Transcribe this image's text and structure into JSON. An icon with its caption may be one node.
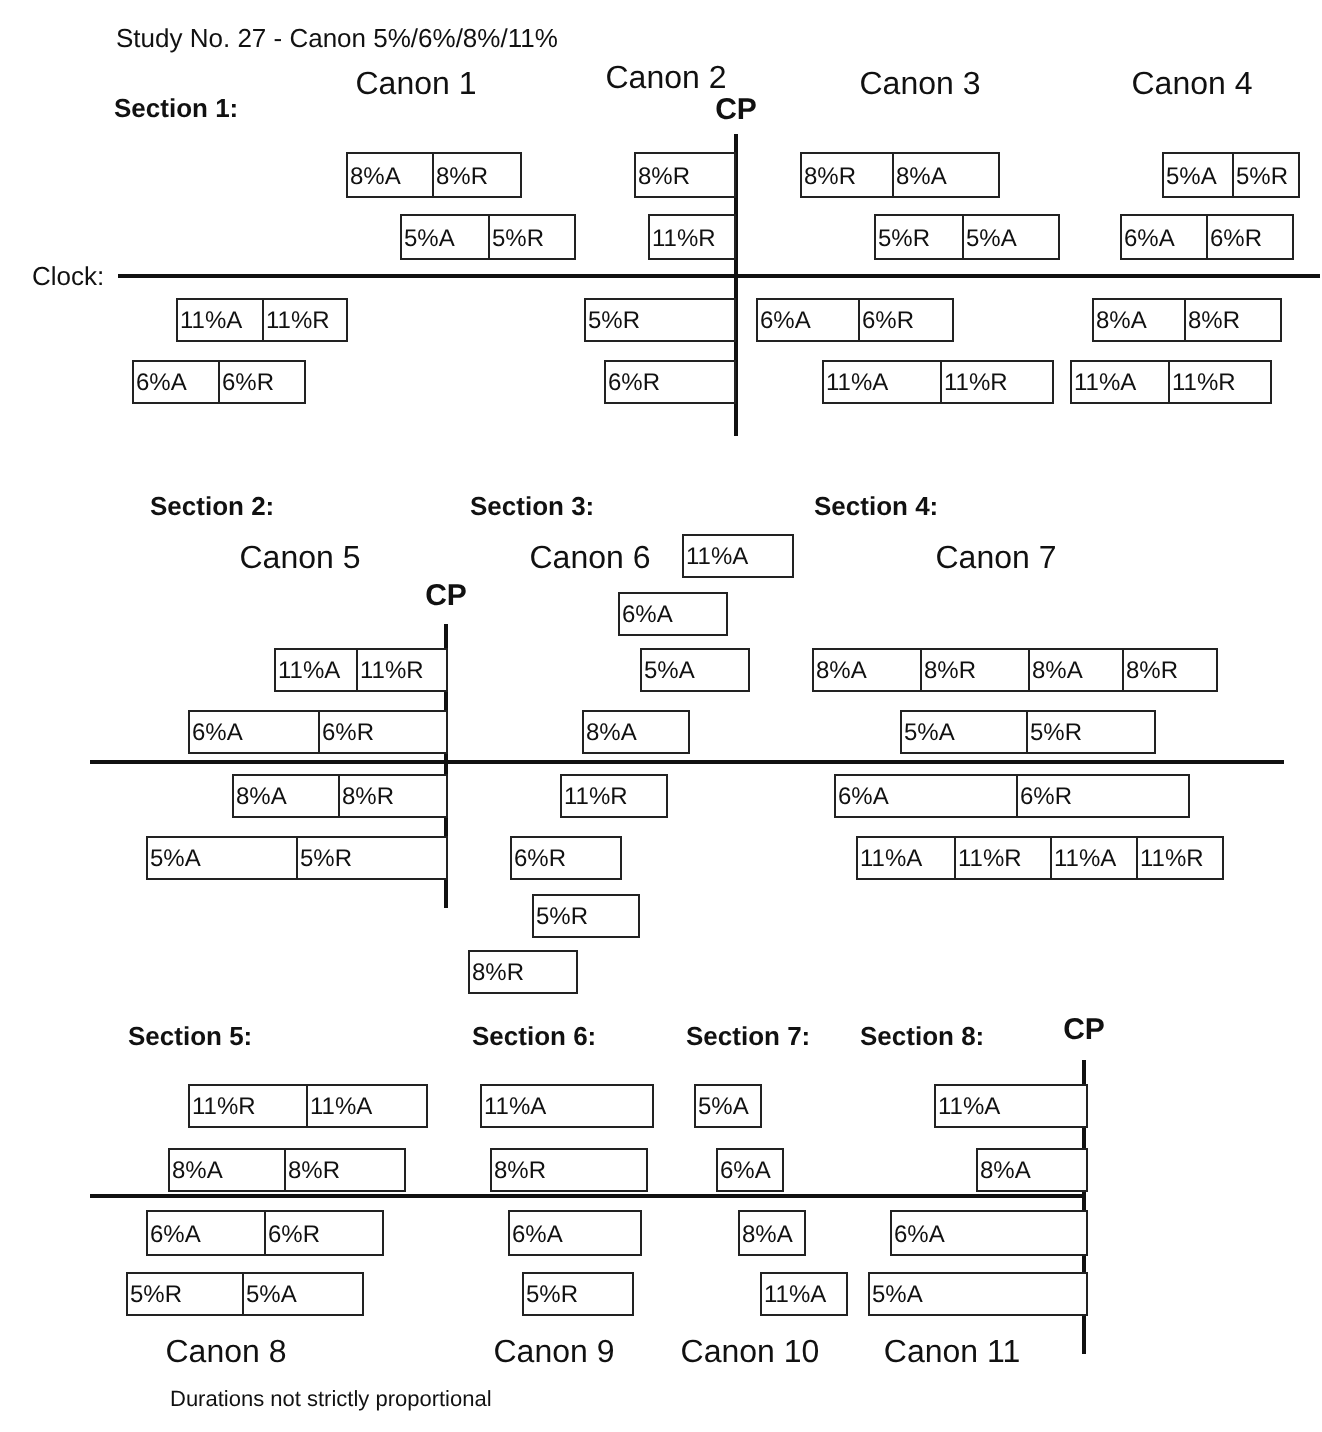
{
  "diagram": {
    "title": "Study No. 27 - Canon 5%/6%/8%/11%",
    "caption": "Durations not strictly proportional",
    "nodes": [
      {
        "text": [
          "8%A"
        ]
      },
      {
        "text": [
          "8%R"
        ]
      },
      {
        "text": [
          "5%A"
        ]
      },
      {
        "text": [
          "5%R"
        ]
      },
      {
        "text": [
          "11%A"
        ]
      },
      {
        "text": [
          "11%R"
        ]
      },
      {
        "text": [
          "6%A"
        ]
      },
      {
        "text": [
          "6%R"
        ]
      },
      {
        "text": [
          "8%R"
        ]
      },
      {
        "text": [
          "11%R"
        ]
      },
      {
        "text": [
          "5%R"
        ]
      },
      {
        "text": [
          "6%R"
        ]
      },
      {
        "text": [
          "8%R"
        ]
      },
      {
        "text": [
          "8%A"
        ]
      },
      {
        "text": [
          "5%R"
        ]
      },
      {
        "text": [
          "5%A"
        ]
      },
      {
        "text": [
          "6%A"
        ]
      },
      {
        "text": [
          "6%R"
        ]
      },
      {
        "text": [
          "11%A"
        ]
      },
      {
        "text": [
          "11%R"
        ]
      },
      {
        "text": [
          "5%A"
        ]
      },
      {
        "text": [
          "5%R"
        ]
      },
      {
        "text": [
          "6%A"
        ]
      },
      {
        "text": [
          "6%R"
        ]
      },
      {
        "text": [
          "8%A"
        ]
      },
      {
        "text": [
          "8%R"
        ]
      },
      {
        "text": [
          "11%A"
        ]
      },
      {
        "text": [
          "11%R"
        ]
      },
      {
        "text": [
          "11%A"
        ]
      },
      {
        "text": [
          "11%R"
        ]
      },
      {
        "text": [
          "6%A"
        ]
      },
      {
        "text": [
          "6%R"
        ]
      },
      {
        "text": [
          "8%A"
        ]
      },
      {
        "text": [
          "8%R"
        ]
      },
      {
        "text": [
          "5%A"
        ]
      },
      {
        "text": [
          "5%R"
        ]
      },
      {
        "text": [
          "11%A"
        ]
      },
      {
        "text": [
          "6%A"
        ]
      },
      {
        "text": [
          "5%A"
        ]
      },
      {
        "text": [
          "8%A"
        ]
      },
      {
        "text": [
          "11%R"
        ]
      },
      {
        "text": [
          "6%R"
        ]
      },
      {
        "text": [
          "5%R"
        ]
      },
      {
        "text": [
          "8%R"
        ]
      },
      {
        "text": [
          "8%A"
        ]
      },
      {
        "text": [
          "8%R"
        ]
      },
      {
        "text": [
          "8%A"
        ]
      },
      {
        "text": [
          "8%R"
        ]
      },
      {
        "text": [
          "5%A"
        ]
      },
      {
        "text": [
          "5%R"
        ]
      },
      {
        "text": [
          "6%A"
        ]
      },
      {
        "text": [
          "6%R"
        ]
      },
      {
        "text": [
          "11%A"
        ]
      },
      {
        "text": [
          "11%R"
        ]
      },
      {
        "text": [
          "11%A"
        ]
      },
      {
        "text": [
          "11%R"
        ]
      },
      {
        "text": [
          "11%R"
        ]
      },
      {
        "text": [
          "11%A"
        ]
      },
      {
        "text": [
          "8%A"
        ]
      },
      {
        "text": [
          "8%R"
        ]
      },
      {
        "text": [
          "6%A"
        ]
      },
      {
        "text": [
          "6%R"
        ]
      },
      {
        "text": [
          "5%R"
        ]
      },
      {
        "text": [
          "5%A"
        ]
      },
      {
        "text": [
          "11%A"
        ]
      },
      {
        "text": [
          "8%R"
        ]
      },
      {
        "text": [
          "6%A"
        ]
      },
      {
        "text": [
          "5%R"
        ]
      },
      {
        "text": [
          "5%A"
        ]
      },
      {
        "text": [
          "6%A"
        ]
      },
      {
        "text": [
          "8%A"
        ]
      },
      {
        "text": [
          "11%A"
        ]
      },
      {
        "text": [
          "11%A"
        ]
      },
      {
        "text": [
          "8%A"
        ]
      },
      {
        "text": [
          "6%A"
        ]
      },
      {
        "text": [
          "5%A"
        ]
      }
    ],
    "labels": [
      "Section 1:",
      "Canon 1",
      "Canon 2",
      "CP",
      "Canon 3",
      "Canon 4",
      "Clock:",
      "Section 2:",
      "Section 3:",
      "Section 4:",
      "Canon 5",
      "Canon 6",
      "Canon 7",
      "CP",
      "Section 5:",
      "Section 6:",
      "Section 7:",
      "Section 8:",
      "CP",
      "Canon 8",
      "Canon 9",
      "Canon 10",
      "Canon 11"
    ]
  }
}
